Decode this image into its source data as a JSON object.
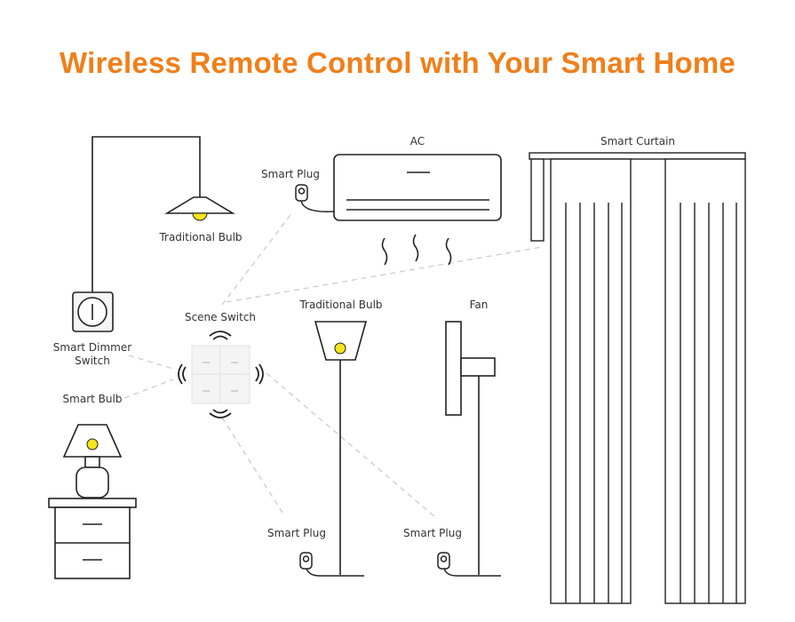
{
  "title": "Wireless Remote Control with Your Smart Home",
  "labels": {
    "ac": "AC",
    "smart_curtain": "Smart Curtain",
    "smart_plug_ac": "Smart Plug",
    "traditional_bulb_ceiling": "Traditional Bulb",
    "scene_switch": "Scene Switch",
    "traditional_bulb_floor": "Traditional Bulb",
    "fan": "Fan",
    "smart_dimmer_line1": "Smart Dimmer",
    "smart_dimmer_line2": "Switch",
    "smart_bulb": "Smart Bulb",
    "smart_plug_lamp": "Smart Plug",
    "smart_plug_fan": "Smart Plug"
  },
  "colors": {
    "accent": "#f07f1a",
    "bulb": "#f5e51b",
    "line": "#222222",
    "dash": "#cccccc"
  }
}
